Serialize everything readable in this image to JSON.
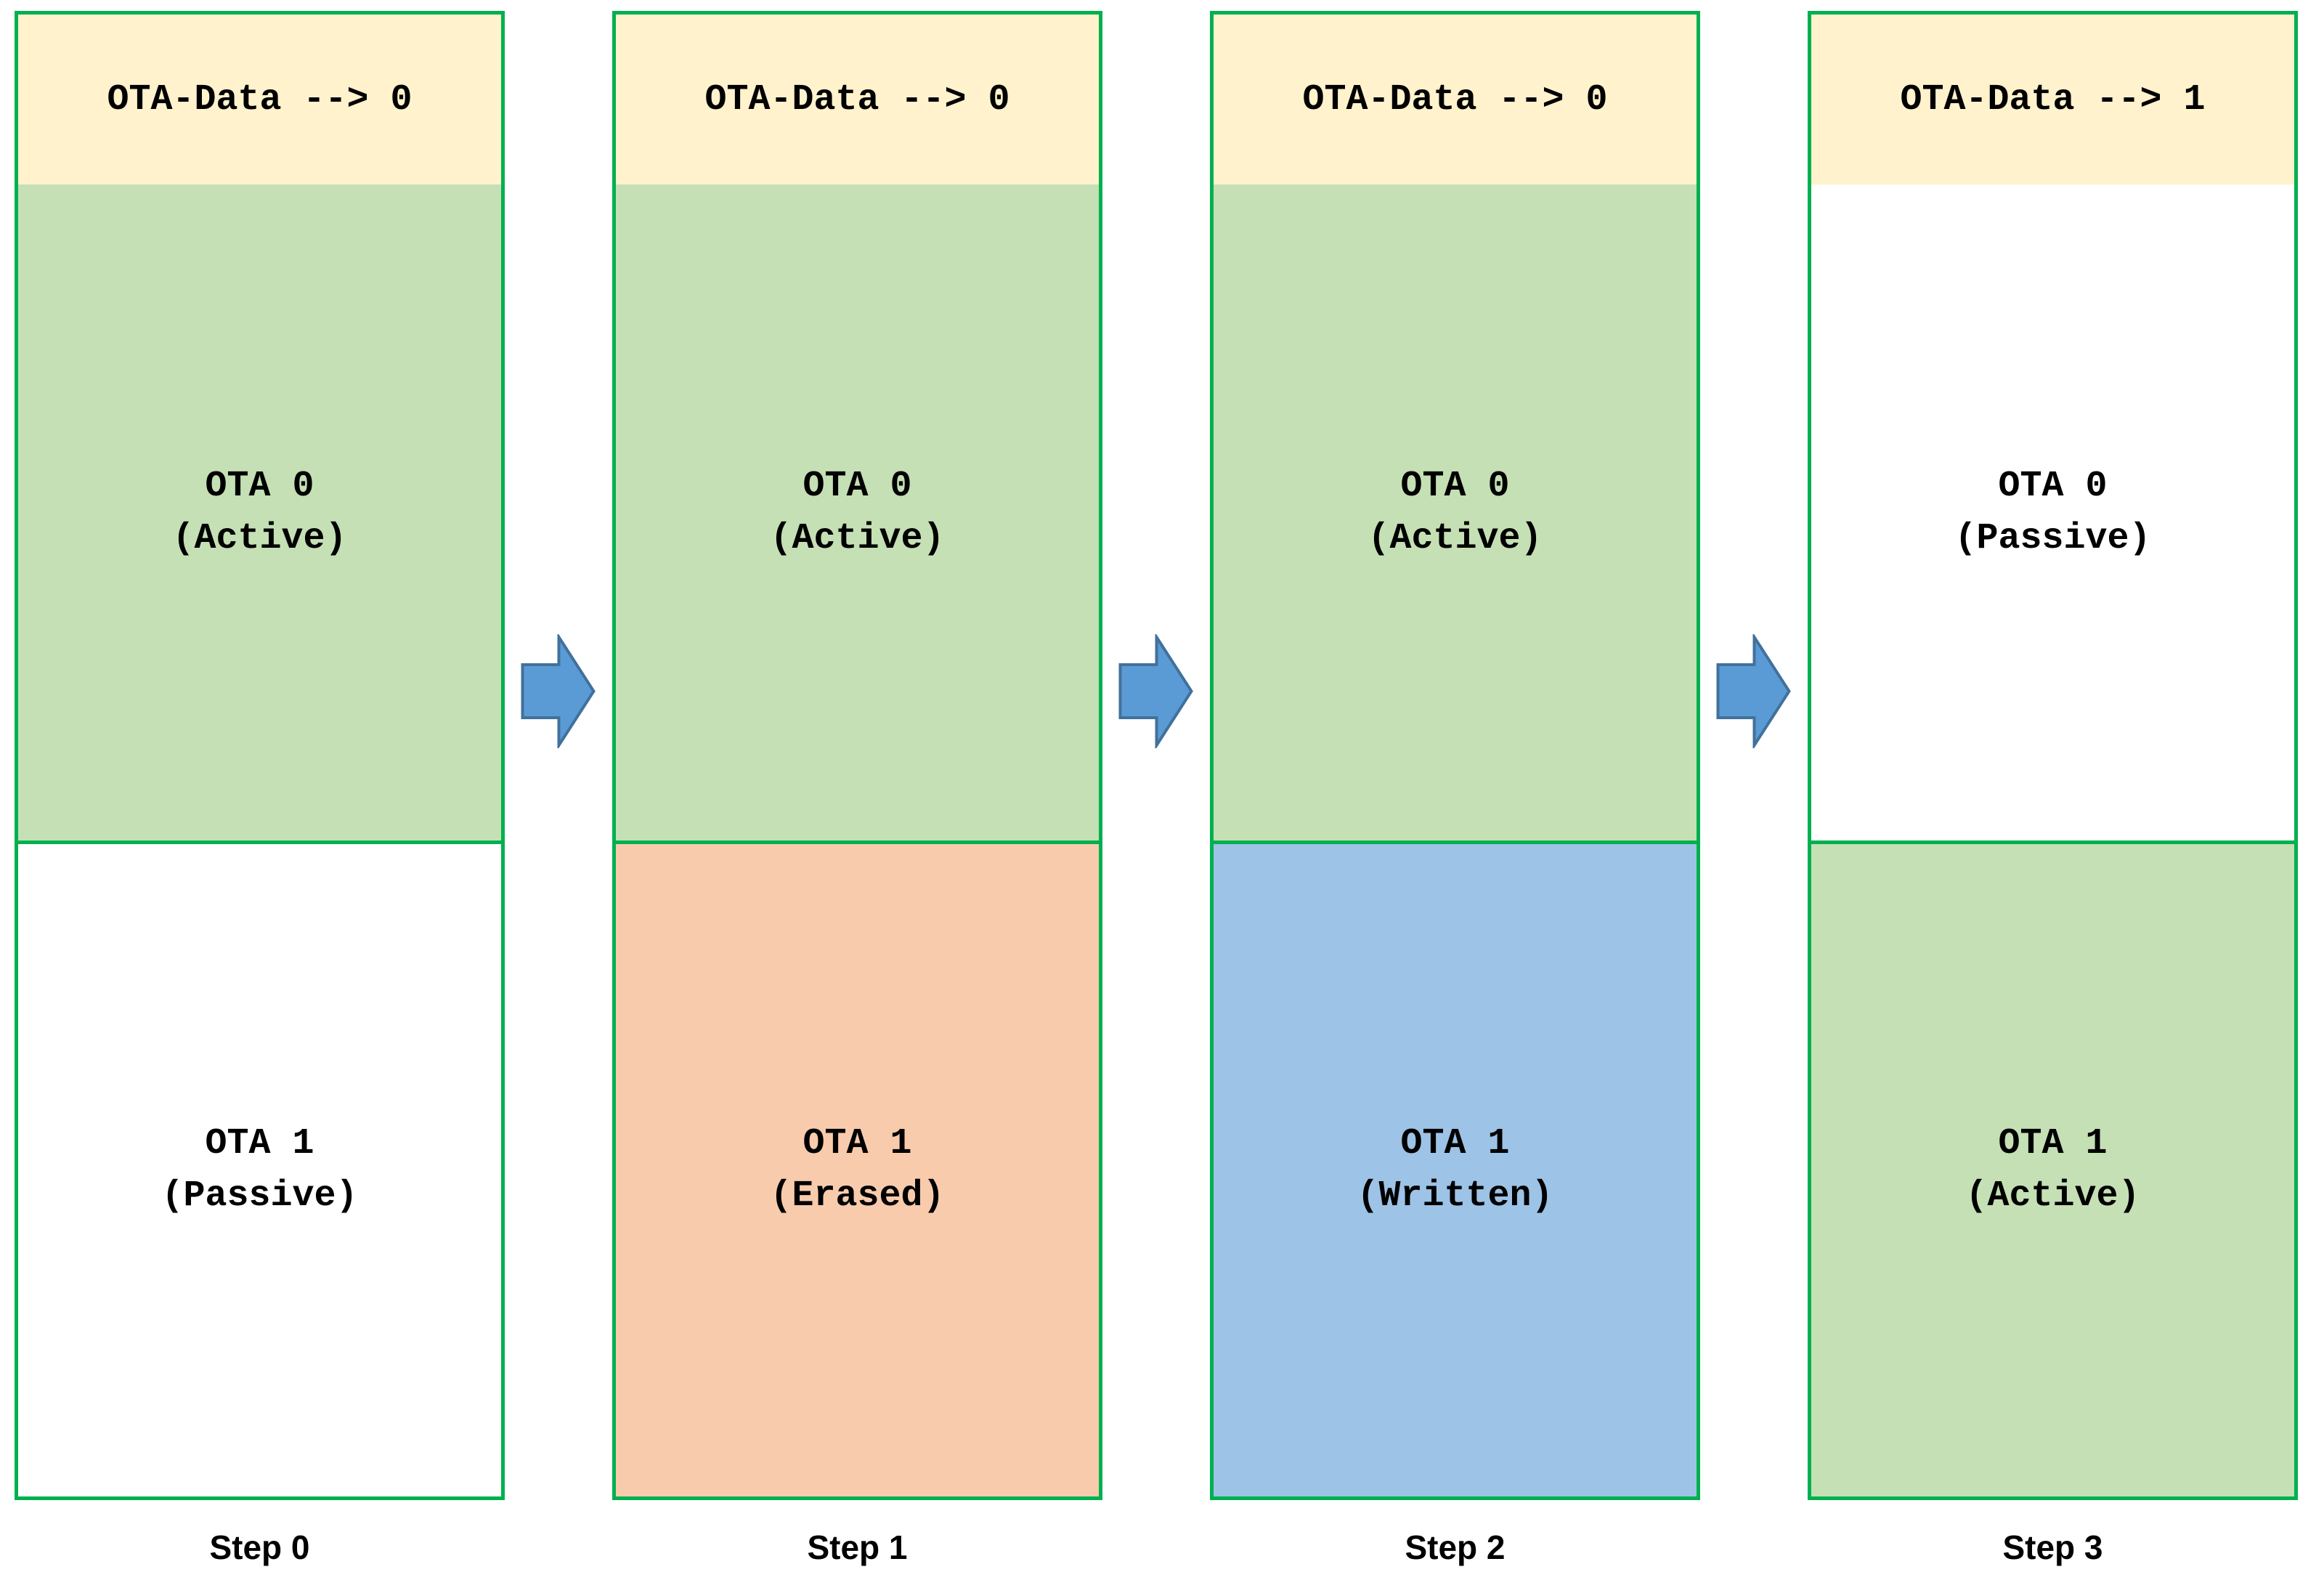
{
  "diagram": {
    "description": "OTA firmware update partition flow",
    "columns": [
      {
        "step_label": "Step 0",
        "ota_data_label": "OTA-Data --> 0",
        "partitions": [
          {
            "name": "OTA 0",
            "state": "(Active)"
          },
          {
            "name": "OTA 1",
            "state": "(Passive)"
          }
        ]
      },
      {
        "step_label": "Step 1",
        "ota_data_label": "OTA-Data --> 0",
        "partitions": [
          {
            "name": "OTA 0",
            "state": "(Active)"
          },
          {
            "name": "OTA 1",
            "state": "(Erased)"
          }
        ]
      },
      {
        "step_label": "Step 2",
        "ota_data_label": "OTA-Data --> 0",
        "partitions": [
          {
            "name": "OTA 0",
            "state": "(Active)"
          },
          {
            "name": "OTA 1",
            "state": "(Written)"
          }
        ]
      },
      {
        "step_label": "Step 3",
        "ota_data_label": "OTA-Data --> 1",
        "partitions": [
          {
            "name": "OTA 0",
            "state": "(Passive)"
          },
          {
            "name": "OTA 1",
            "state": "(Active)"
          }
        ]
      }
    ],
    "colors": {
      "ota_data_fill": "#FFF2CC",
      "active_fill": "#C5E0B4",
      "passive_fill": "#FFFFFF",
      "erased_fill": "#F8CBAD",
      "written_fill": "#9DC3E6",
      "box_border": "#00B050",
      "arrow_fill": "#5B9BD5",
      "arrow_border": "#41719C",
      "text": "#000000"
    }
  }
}
